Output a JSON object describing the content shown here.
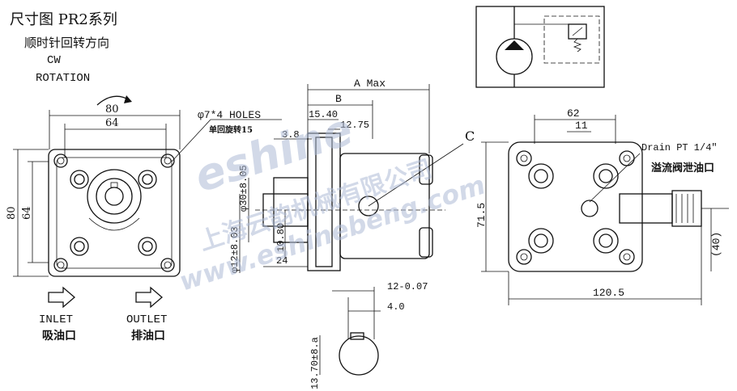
{
  "header": {
    "title": "尺寸图 PR2系列",
    "rotation_cn": "顺时针回转方向",
    "rotation_cw": "CW",
    "rotation_en": "ROTATION"
  },
  "front_view": {
    "dim_80_top": "80",
    "dim_64_top": "64",
    "dim_80_left": "80",
    "dim_64_left": "64",
    "holes_label": "φ7*4 HOLES",
    "holes_cn": "单回旋转15",
    "inlet_label": "INLET",
    "inlet_cn": "吸油口",
    "outlet_label": "OUTLET",
    "outlet_cn": "排油口"
  },
  "side_view": {
    "a_max": "A Max",
    "dim_b": "B",
    "dim_15_40": "15.40",
    "dim_12_75": "12.75",
    "dim_3_8": "3.8",
    "dim_phi30": "φ30±8.05",
    "dim_phi12": "φ12±8.03",
    "dim_10_80": "10.80",
    "dim_24": "24",
    "label_c": "C",
    "dim_12_007": "12-0.07",
    "dim_4_0": "4.0",
    "dim_13_70": "13.70±8.a"
  },
  "right_view": {
    "dim_62": "62",
    "dim_11": "11",
    "drain_label": "Drain PT 1/4\"",
    "drain_cn": "溢流阀泄油口",
    "dim_71_5": "71.5",
    "dim_40": "(40)",
    "dim_120_5": "120.5"
  },
  "watermark": {
    "brand": "eshine",
    "company_cn": "上海云韵机械有限公司",
    "url": "www.eshinebeng.com"
  }
}
